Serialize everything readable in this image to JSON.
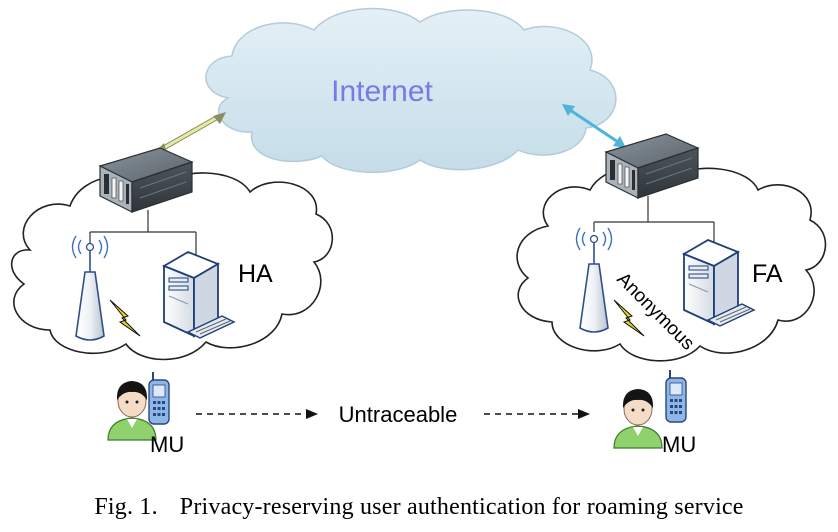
{
  "cloud_label": "Internet",
  "home_agent": {
    "label": "HA",
    "mobile_user_label": "MU"
  },
  "foreign_agent": {
    "label": "FA",
    "mobile_user_label": "MU"
  },
  "link_label_anonymous": "Anonymous",
  "movement_label": "Untraceable",
  "caption": {
    "number": "Fig. 1.",
    "text": "Privacy-reserving user authentication for roaming service"
  },
  "colors": {
    "internet_cloud_fill": "#cfe3ee",
    "internet_text": "#7b78e8",
    "arrow_left": "#e8eaa6",
    "arrow_right": "#4fb3da",
    "lightning": "#e6d51d",
    "user_shirt": "#8fd16d",
    "phone": "#8fb6e8"
  }
}
